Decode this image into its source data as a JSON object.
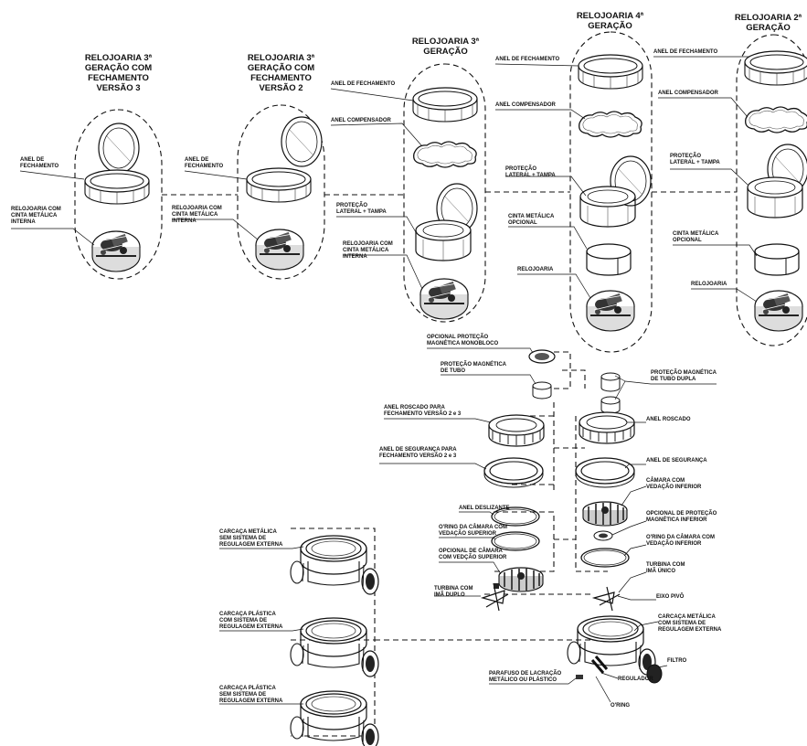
{
  "titles": {
    "g3v3": "RELOJOARIA 3ª\nGERAÇÃO COM\nFECHAMENTO\nVERSÃO 3",
    "g3v2": "RELOJOARIA 3ª\nGERAÇÃO COM\nFECHAMENTO\nVERSÃO 2",
    "g3": "RELOJOARIA 3ª\nGERAÇÃO",
    "g4": "RELOJOARIA 4ª\nGERAÇÃO",
    "g2": "RELOJOARIA 2ª\nGERAÇÃO"
  },
  "labels": {
    "v3_anel": "ANEL DE\nFECHAMENTO",
    "v3_reloj": "RELOJOARIA COM\nCINTA METÁLICA\nINTERNA",
    "v2_anel": "ANEL DE\nFECHAMENTO",
    "v2_reloj": "RELOJOARIA COM\nCINTA METÁLICA\nINTERNA",
    "g3_anel": "ANEL DE FECHAMENTO",
    "g3_comp": "ANEL COMPENSADOR",
    "g3_prot": "PROTEÇÃO\nLATERAL + TAMPA",
    "g3_reloj": "RELOJOARIA COM\nCINTA METÁLICA\nINTERNA",
    "g4_anel": "ANEL DE FECHAMENTO",
    "g4_comp": "ANEL COMPENSADOR",
    "g4_prot": "PROTEÇÃO\nLATERAL + TAMPA",
    "g4_cinta": "CINTA METÁLICA\nOPCIONAL",
    "g4_reloj": "RELOJOARIA",
    "g2_anel": "ANEL DE FECHAMENTO",
    "g2_comp": "ANEL COMPENSADOR",
    "g2_prot": "PROTEÇÃO\nLATERAL + TAMPA",
    "g2_cinta": "CINTA METÁLICA\nOPCIONAL",
    "g2_reloj": "RELOJOARIA",
    "opc_mono": "OPCIONAL PROTEÇÃO\nMAGNÉTICA MONOBLOCO",
    "prot_tubo": "PROTEÇÃO MAGNÉTICA\nDE TUBO",
    "prot_dupla": "PROTEÇÃO MAGNÉTICA\nDE TUBO DUPLA",
    "anel_rosc_23": "ANEL ROSCADO PARA\nFECHAMENTO VERSÃO 2 e 3",
    "anel_rosc": "ANEL ROSCADO",
    "anel_seg_23": "ANEL DE SEGURANÇA PARA\nFECHAMENTO VERSÃO 2 e 3",
    "anel_seg": "ANEL DE SEGURANÇA",
    "camara_inf": "CÂMARA COM\nVEDAÇÃO INFERIOR",
    "anel_desl": "ANEL DESLIZANTE",
    "opc_prot_inf": "OPCIONAL DE PROTEÇÃO\nMAGNÉTICA INFERIOR",
    "oring_sup": "O'RING DA CÂMARA COM\nVEDAÇÃO SUPERIOR",
    "oring_inf": "O'RING DA CÂMARA COM\nVEDAÇÃO INFERIOR",
    "opc_camara_sup": "OPCIONAL DE CÂMARA\nCOM VEDÇÃO SUPERIOR",
    "turb_unico": "TURBINA COM\nIMÃ ÚNICO",
    "turb_duplo": "TURBINA COM\nIMÃ DUPLO",
    "eixo": "EIXO PIVÔ",
    "carc_met_sem": "CARCAÇA METÁLICA\nSEM SISTEMA DE\nREGULAGEM EXTERNA",
    "carc_met_com": "CARCAÇA METÁLICA\nCOM SISTEMA DE\nREGULAGEM EXTERNA",
    "carc_pla_com": "CARCAÇA PLÁSTICA\nCOM SISTEMA DE\nREGULAGEM EXTERNA",
    "carc_pla_sem": "CARCAÇA PLÁSTICA\nSEM SISTEMA DE\nREGULAGEM EXTERNA",
    "filtro": "FILTRO",
    "parafuso": "PARAFUSO DE LACRAÇÃO\nMETÁLICO OU PLÁSTICO",
    "regulador": "REGULADOR",
    "oring": "O'RING"
  }
}
